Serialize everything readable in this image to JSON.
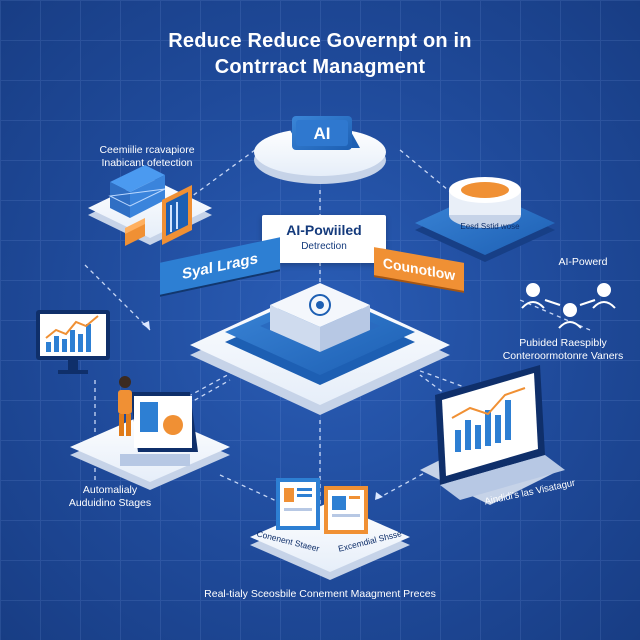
{
  "title": {
    "line1": "Reduce Reduce Governpt on in",
    "line2": "Contrract  Managment"
  },
  "nodes": {
    "ai_badge": "AI",
    "top_left_label": "Ceemiilie rcavapiore\nInabicant ofetection",
    "ai_powered_callout": {
      "line1": "AI-Powiiled",
      "line2": "Detrection"
    },
    "blue_tag": "Syal Lrags",
    "orange_tag": "Counotlow",
    "top_right_drum": "Eesd Sstid wose",
    "ai_powered_people": "AI-Powerd",
    "right_label": "Pubided  Raespibly\nConteroormotonre Vaners",
    "left_label": "Automalialy\nAuduidino Stages",
    "right_laptop_label": "Aindidi's las Visatagur",
    "center_bottom_cards": [
      "Conenent Staeer",
      "Excemdial Shsse"
    ]
  },
  "footer": "Real-tialy Sceosbile Conement  Maagment Preces",
  "colors": {
    "background": "#1f4a9a",
    "platform_top": "#f3f6fb",
    "platform_side": "#c6d3e8",
    "accent_blue": "#2d7fd3",
    "accent_orange": "#f09034",
    "dark_navy": "#143a7c"
  }
}
